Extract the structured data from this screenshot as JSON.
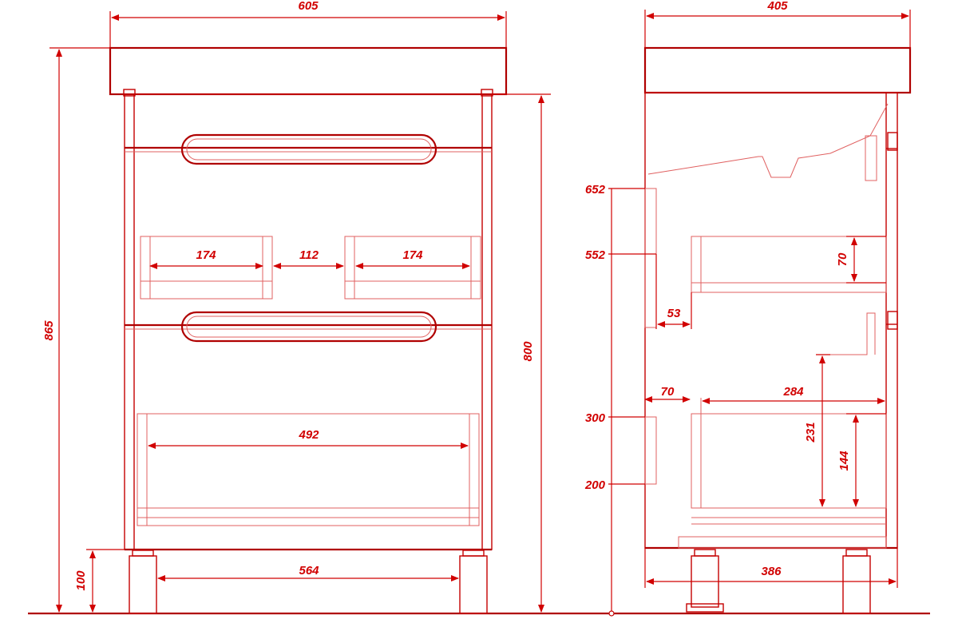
{
  "colors": {
    "line": "#c40000",
    "text": "#d10000",
    "background": "#ffffff"
  },
  "front_view": {
    "overall_width": "605",
    "overall_height": "865",
    "cabinet_height": "800",
    "drawer_left_width": "174",
    "drawer_gap": "112",
    "drawer_right_width": "174",
    "lower_drawer_width": "492",
    "base_width": "564",
    "leg_height": "100"
  },
  "side_view": {
    "overall_depth": "405",
    "level_652": "652",
    "level_552": "552",
    "level_300": "300",
    "level_200": "200",
    "upper_drawer_height": "70",
    "upper_offset": "53",
    "lower_offset": "70",
    "drawer_depth": "284",
    "lower_drawer_height": "231",
    "lower_inner_height": "144",
    "base_depth": "386"
  }
}
